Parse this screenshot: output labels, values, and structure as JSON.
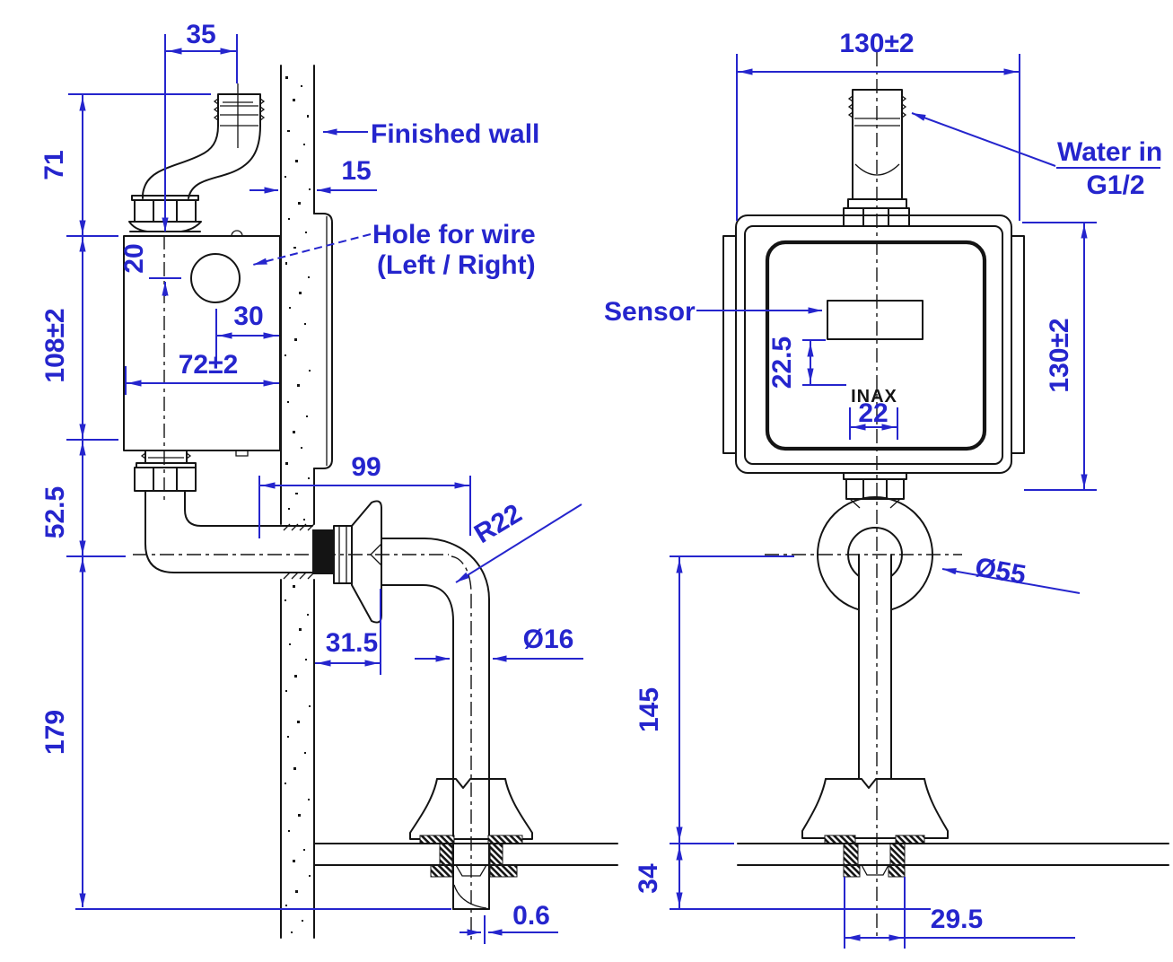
{
  "drawing": {
    "brand_logo": "INAX",
    "labels": {
      "finished_wall": "Finished wall",
      "hole_for_wire_line1": "Hole for wire",
      "hole_for_wire_line2": "(Left / Right)",
      "water_in_line1": "Water in",
      "water_in_line2": "G1/2",
      "sensor": "Sensor"
    },
    "side_view": {
      "dims": {
        "inlet_offset": "35",
        "inlet_height": "71",
        "wall_thickness": "15",
        "wire_hole_drop": "20",
        "wire_hole_inset": "30",
        "body_width": "72±2",
        "body_height": "108±2",
        "outlet_drop": "52.5",
        "spout_reach": "99",
        "bend_radius": "R22",
        "escutcheon_depth": "31.5",
        "spout_diameter": "Ø16",
        "spout_drop": "179",
        "tip_offset": "0.6"
      }
    },
    "front_view": {
      "dims": {
        "overall_width": "130±2",
        "overall_height": "130±2",
        "sensor_to_logo": "22.5",
        "logo_width": "22",
        "elbow_diameter": "Ø55",
        "elbow_to_deck": "145",
        "deck_section": "34",
        "shank_width": "29.5"
      }
    }
  }
}
